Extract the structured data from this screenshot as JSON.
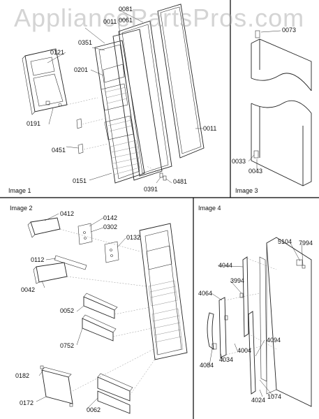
{
  "watermark": "AppliancePartsPros.com",
  "panels": {
    "image1": {
      "title": "Image 1",
      "callouts": [
        "0081",
        "0011",
        "0061",
        "0351",
        "0121",
        "0201",
        "0191",
        "0451",
        "0151",
        "0391",
        "0481",
        "0011"
      ]
    },
    "image2": {
      "title": "Image 2",
      "callouts": [
        "0412",
        "0142",
        "0302",
        "0132",
        "0112",
        "0042",
        "0052",
        "0752",
        "0182",
        "0172",
        "0062"
      ]
    },
    "image3": {
      "title": "Image 3",
      "callouts": [
        "0073",
        "0033",
        "0043"
      ]
    },
    "image4": {
      "title": "Image 4",
      "callouts": [
        "5104",
        "7994",
        "4044",
        "3994",
        "4064",
        "4084",
        "4034",
        "4004",
        "4094",
        "1074",
        "4024"
      ]
    }
  }
}
